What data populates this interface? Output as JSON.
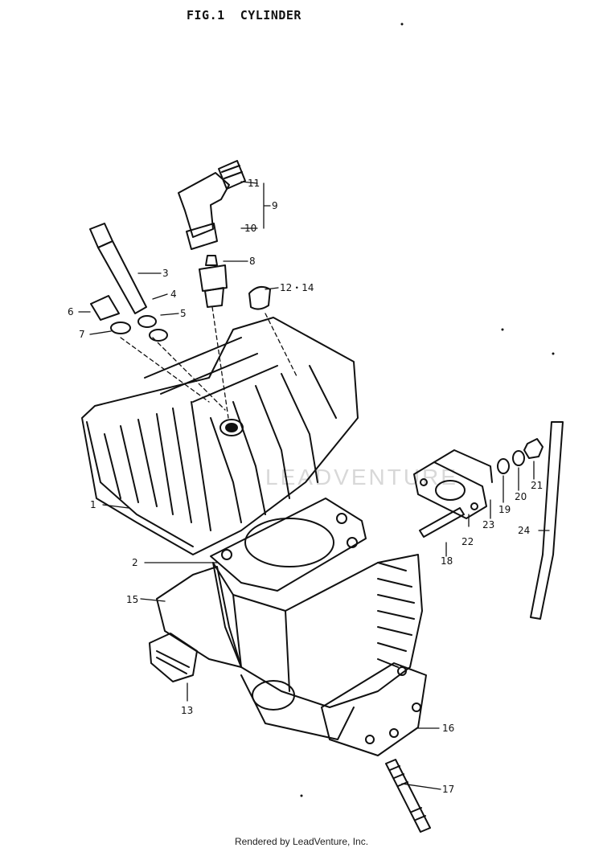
{
  "title": "FIG.1  CYLINDER",
  "credit": "Rendered by LeadVenture, Inc.",
  "watermark": "LEADVENTURE",
  "callouts": [
    {
      "id": "c1",
      "text": "1"
    },
    {
      "id": "c2",
      "text": "2"
    },
    {
      "id": "c3",
      "text": "3"
    },
    {
      "id": "c4",
      "text": "4"
    },
    {
      "id": "c5",
      "text": "5"
    },
    {
      "id": "c6",
      "text": "6"
    },
    {
      "id": "c7",
      "text": "7"
    },
    {
      "id": "c8",
      "text": "8"
    },
    {
      "id": "c9",
      "text": "9"
    },
    {
      "id": "c10",
      "text": "10"
    },
    {
      "id": "c11",
      "text": "11"
    },
    {
      "id": "c12",
      "text": "12・14"
    },
    {
      "id": "c13",
      "text": "13"
    },
    {
      "id": "c15",
      "text": "15"
    },
    {
      "id": "c16",
      "text": "16"
    },
    {
      "id": "c17",
      "text": "17"
    },
    {
      "id": "c18",
      "text": "18"
    },
    {
      "id": "c19",
      "text": "19"
    },
    {
      "id": "c20",
      "text": "20"
    },
    {
      "id": "c21",
      "text": "21"
    },
    {
      "id": "c22",
      "text": "22"
    },
    {
      "id": "c23",
      "text": "23"
    },
    {
      "id": "c24",
      "text": "24"
    }
  ]
}
